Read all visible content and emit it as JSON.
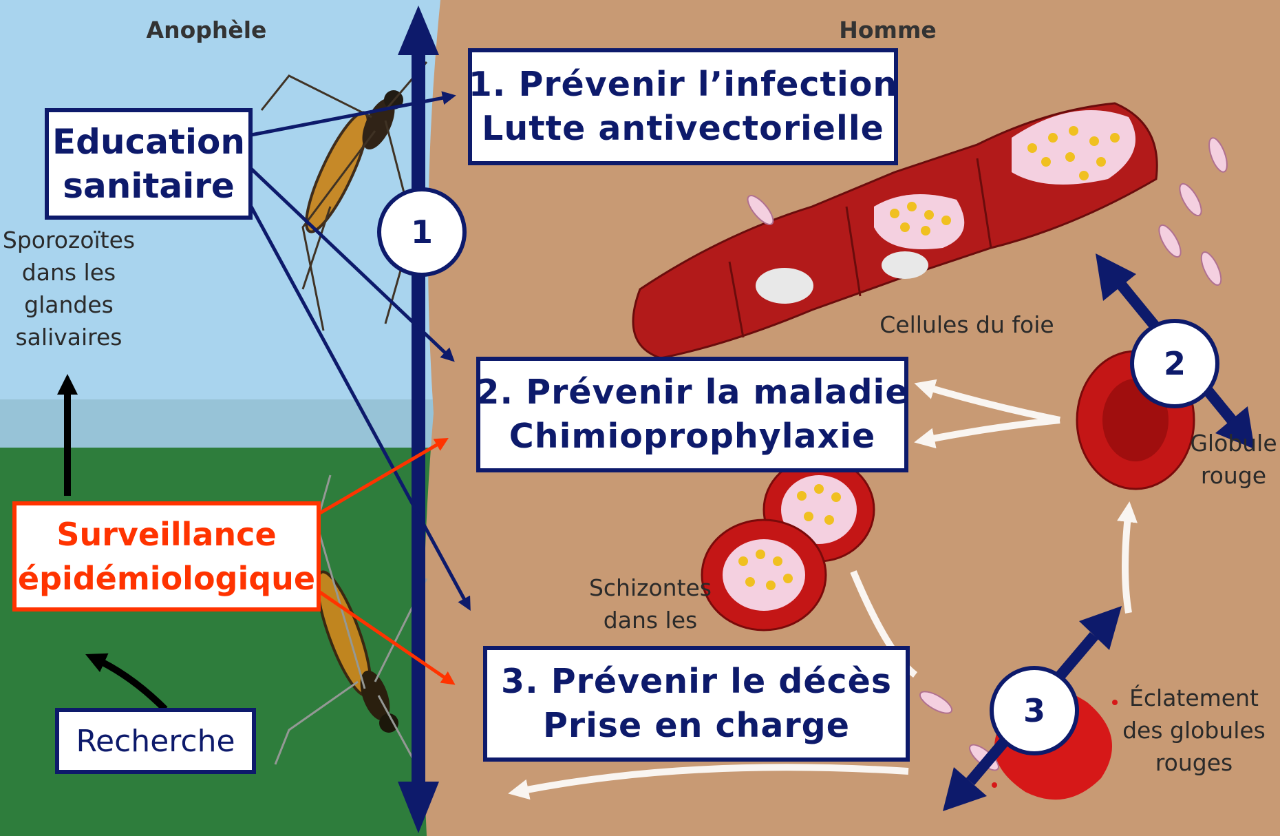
{
  "colors": {
    "sky": "#a9d4ee",
    "grass": "#2e7d3c",
    "skin": "#c89a74",
    "navy": "#0d1a6b",
    "red_accent": "#ff3300",
    "blood": "#cc1b1b"
  },
  "labels": {
    "anophele": "Anophèle",
    "homme": "Homme",
    "sporozoites": [
      "Sporozoïtes",
      "dans les",
      "glandes",
      "salivaires"
    ],
    "cellules_foie": "Cellules du foie",
    "globule_rouge": [
      "Globule",
      "rouge"
    ],
    "schizontes": [
      "Schizontes",
      "dans les"
    ],
    "eclatement": [
      "Éclatement",
      "des globules",
      "rouges"
    ]
  },
  "boxes": {
    "education": [
      "Education",
      "sanitaire"
    ],
    "surveillance": [
      "Surveillance",
      "épidémiologique"
    ],
    "recherche": "Recherche"
  },
  "objectives": [
    {
      "line1": "1. Prévenir l’infection",
      "line2": "Lutte antivectorielle"
    },
    {
      "line1": "2. Prévenir la maladie",
      "line2": "Chimioprophylaxie"
    },
    {
      "line1": "3. Prévenir le décès",
      "line2": "Prise en charge"
    }
  ],
  "markers": [
    "1",
    "2",
    "3"
  ]
}
